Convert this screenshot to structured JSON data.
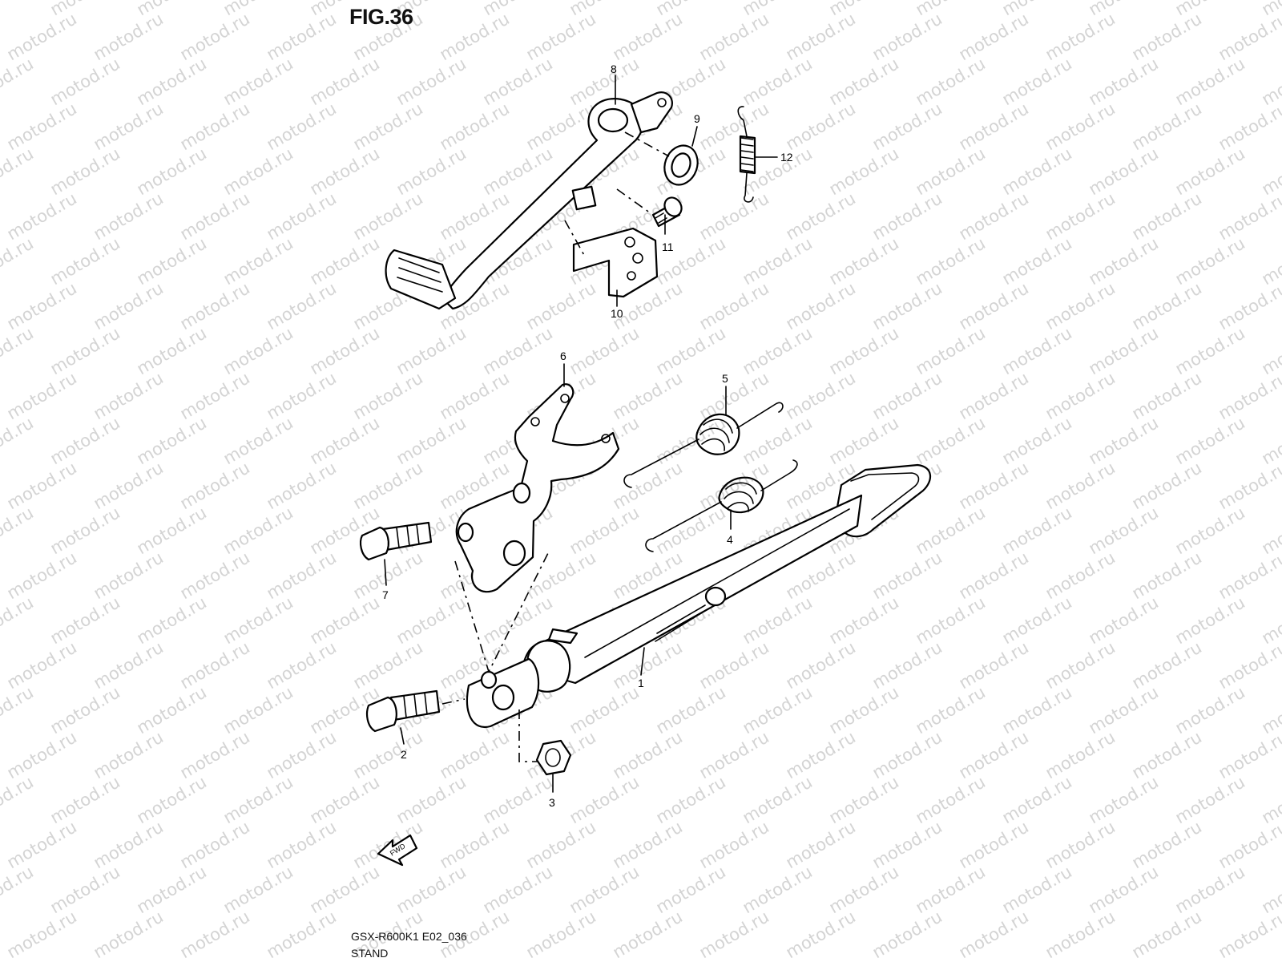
{
  "figure": {
    "title": "FIG.36",
    "model_code": "GSX-R600K1 E02_036",
    "section_name": "STAND"
  },
  "watermark": {
    "text": "motod.ru"
  },
  "fwd_badge": {
    "text": "FWD"
  },
  "parts": [
    {
      "ref": "1"
    },
    {
      "ref": "2"
    },
    {
      "ref": "3"
    },
    {
      "ref": "4"
    },
    {
      "ref": "5"
    },
    {
      "ref": "6"
    },
    {
      "ref": "7"
    },
    {
      "ref": "8"
    },
    {
      "ref": "9"
    },
    {
      "ref": "10"
    },
    {
      "ref": "11"
    },
    {
      "ref": "12"
    }
  ]
}
